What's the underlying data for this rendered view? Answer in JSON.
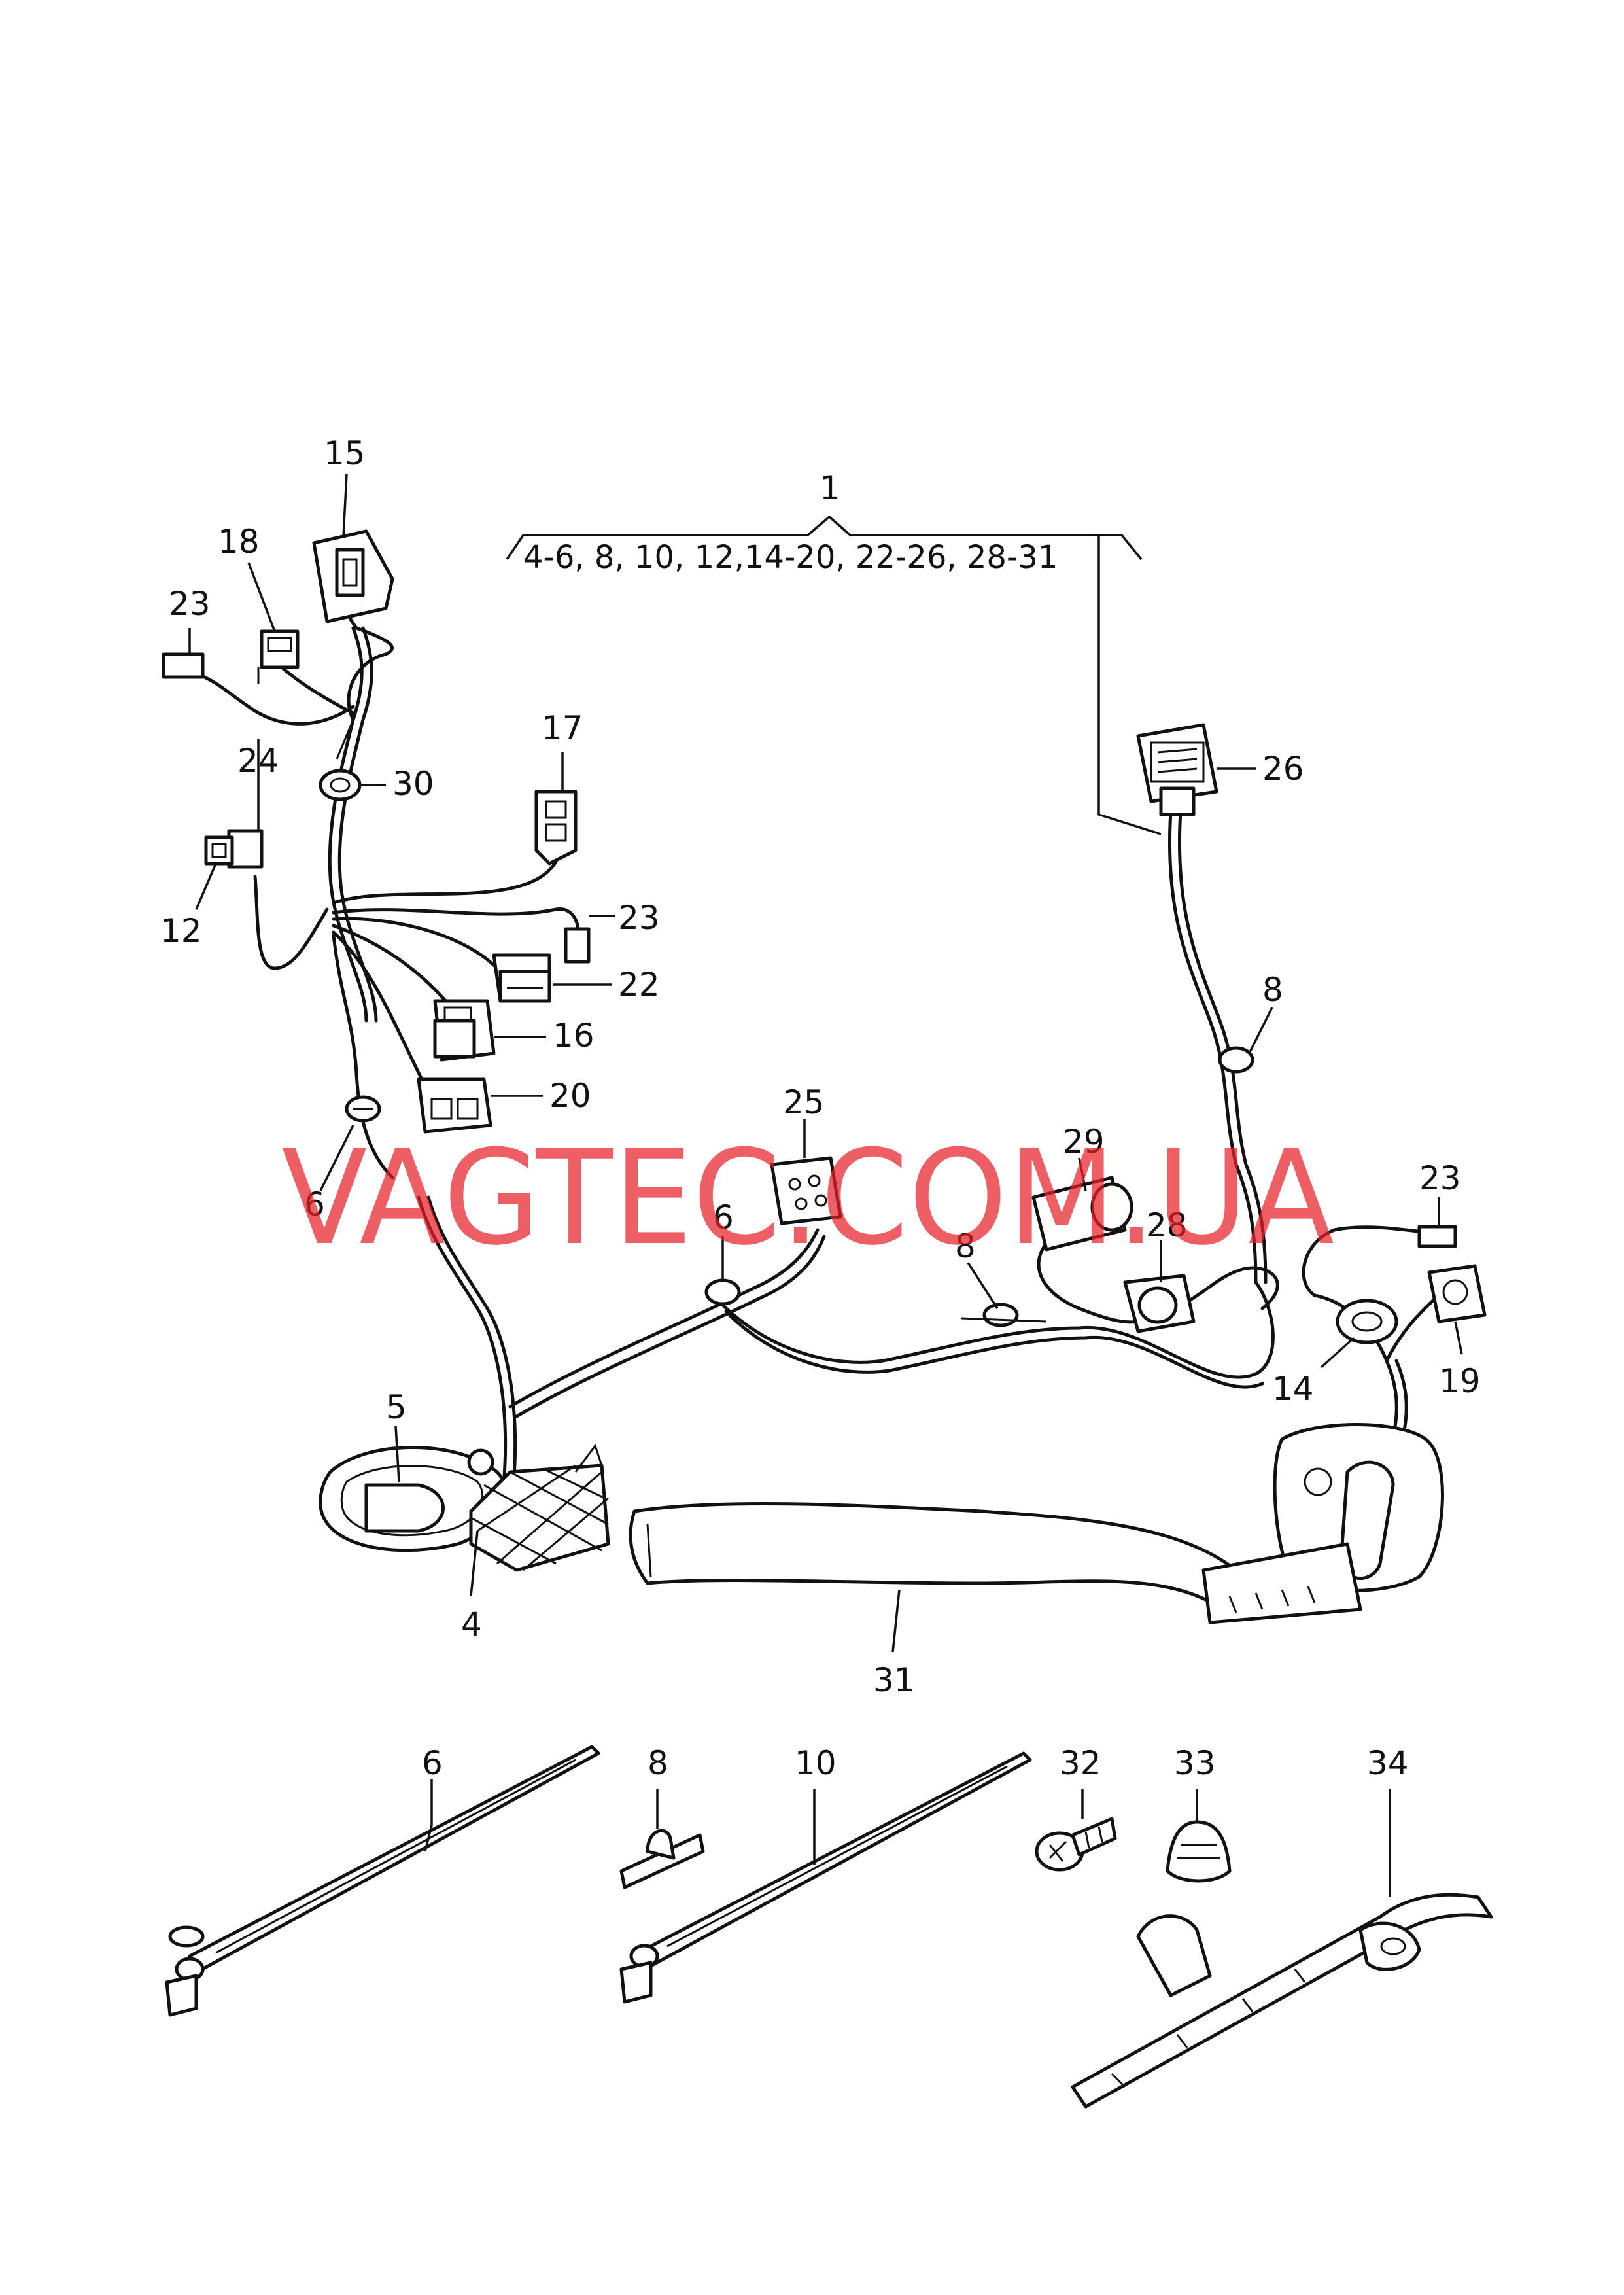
{
  "callouts": {
    "c1": "1",
    "c4": "4",
    "c5": "5",
    "c6a": "6",
    "c6b": "6",
    "c6c": "6",
    "c8a": "8",
    "c8b": "8",
    "c8c": "8",
    "c10": "10",
    "c12": "12",
    "c14": "14",
    "c15": "15",
    "c16": "16",
    "c17": "17",
    "c18": "18",
    "c19": "19",
    "c20": "20",
    "c22": "22",
    "c23a": "23",
    "c23b": "23",
    "c23c": "23",
    "c24": "24",
    "c25": "25",
    "c26": "26",
    "c28": "28",
    "c29": "29",
    "c30": "30",
    "c31": "31",
    "c32": "32",
    "c33": "33",
    "c34": "34"
  },
  "assembly_range": "4-6, 8, 10, 12,14-20, 22-26, 28-31",
  "watermark": "VAGTEC.COM.UA",
  "colors": {
    "line": "#111111",
    "watermark": "#e8202a",
    "background": "#ffffff"
  }
}
